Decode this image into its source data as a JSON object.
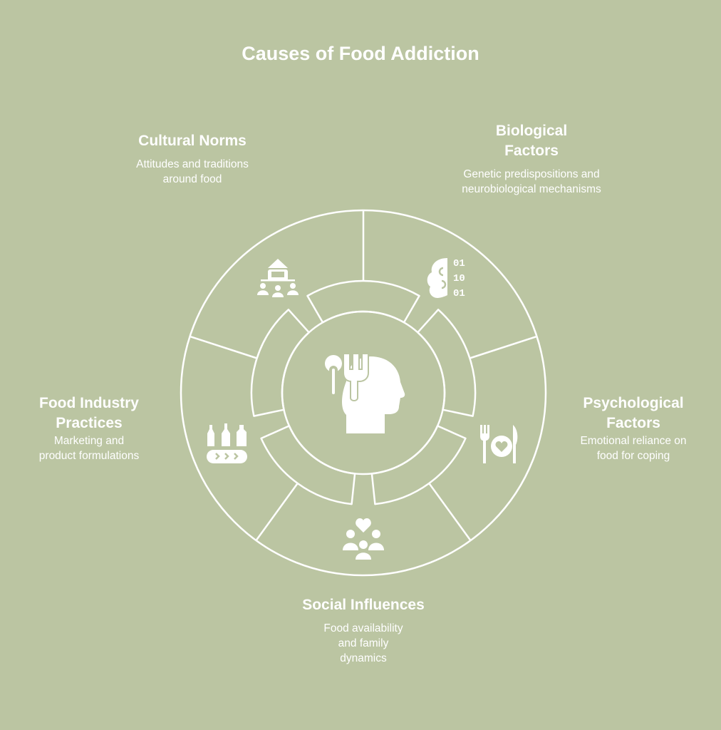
{
  "title": "Causes of Food Addiction",
  "colors": {
    "background": "#bbc5a2",
    "foreground": "#ffffff"
  },
  "center": {
    "icon": "head-with-fork-and-spoon-icon"
  },
  "segments": [
    {
      "id": "biological",
      "title": "Biological Factors",
      "description": "Genetic predispositions and neurobiological mechanisms",
      "icon": "brain-binary-icon"
    },
    {
      "id": "psychological",
      "title": "Psychological Factors",
      "description": "Emotional reliance on food for coping",
      "icon": "fork-knife-heart-plate-icon"
    },
    {
      "id": "social",
      "title": "Social Influences",
      "description": "Food availability and family dynamics",
      "icon": "family-heart-icon"
    },
    {
      "id": "industry",
      "title": "Food Industry Practices",
      "description": "Marketing and product formulations",
      "icon": "bottles-conveyor-icon"
    },
    {
      "id": "cultural",
      "title": "Cultural Norms",
      "description": "Attitudes and traditions around food",
      "icon": "community-tradition-icon"
    }
  ]
}
